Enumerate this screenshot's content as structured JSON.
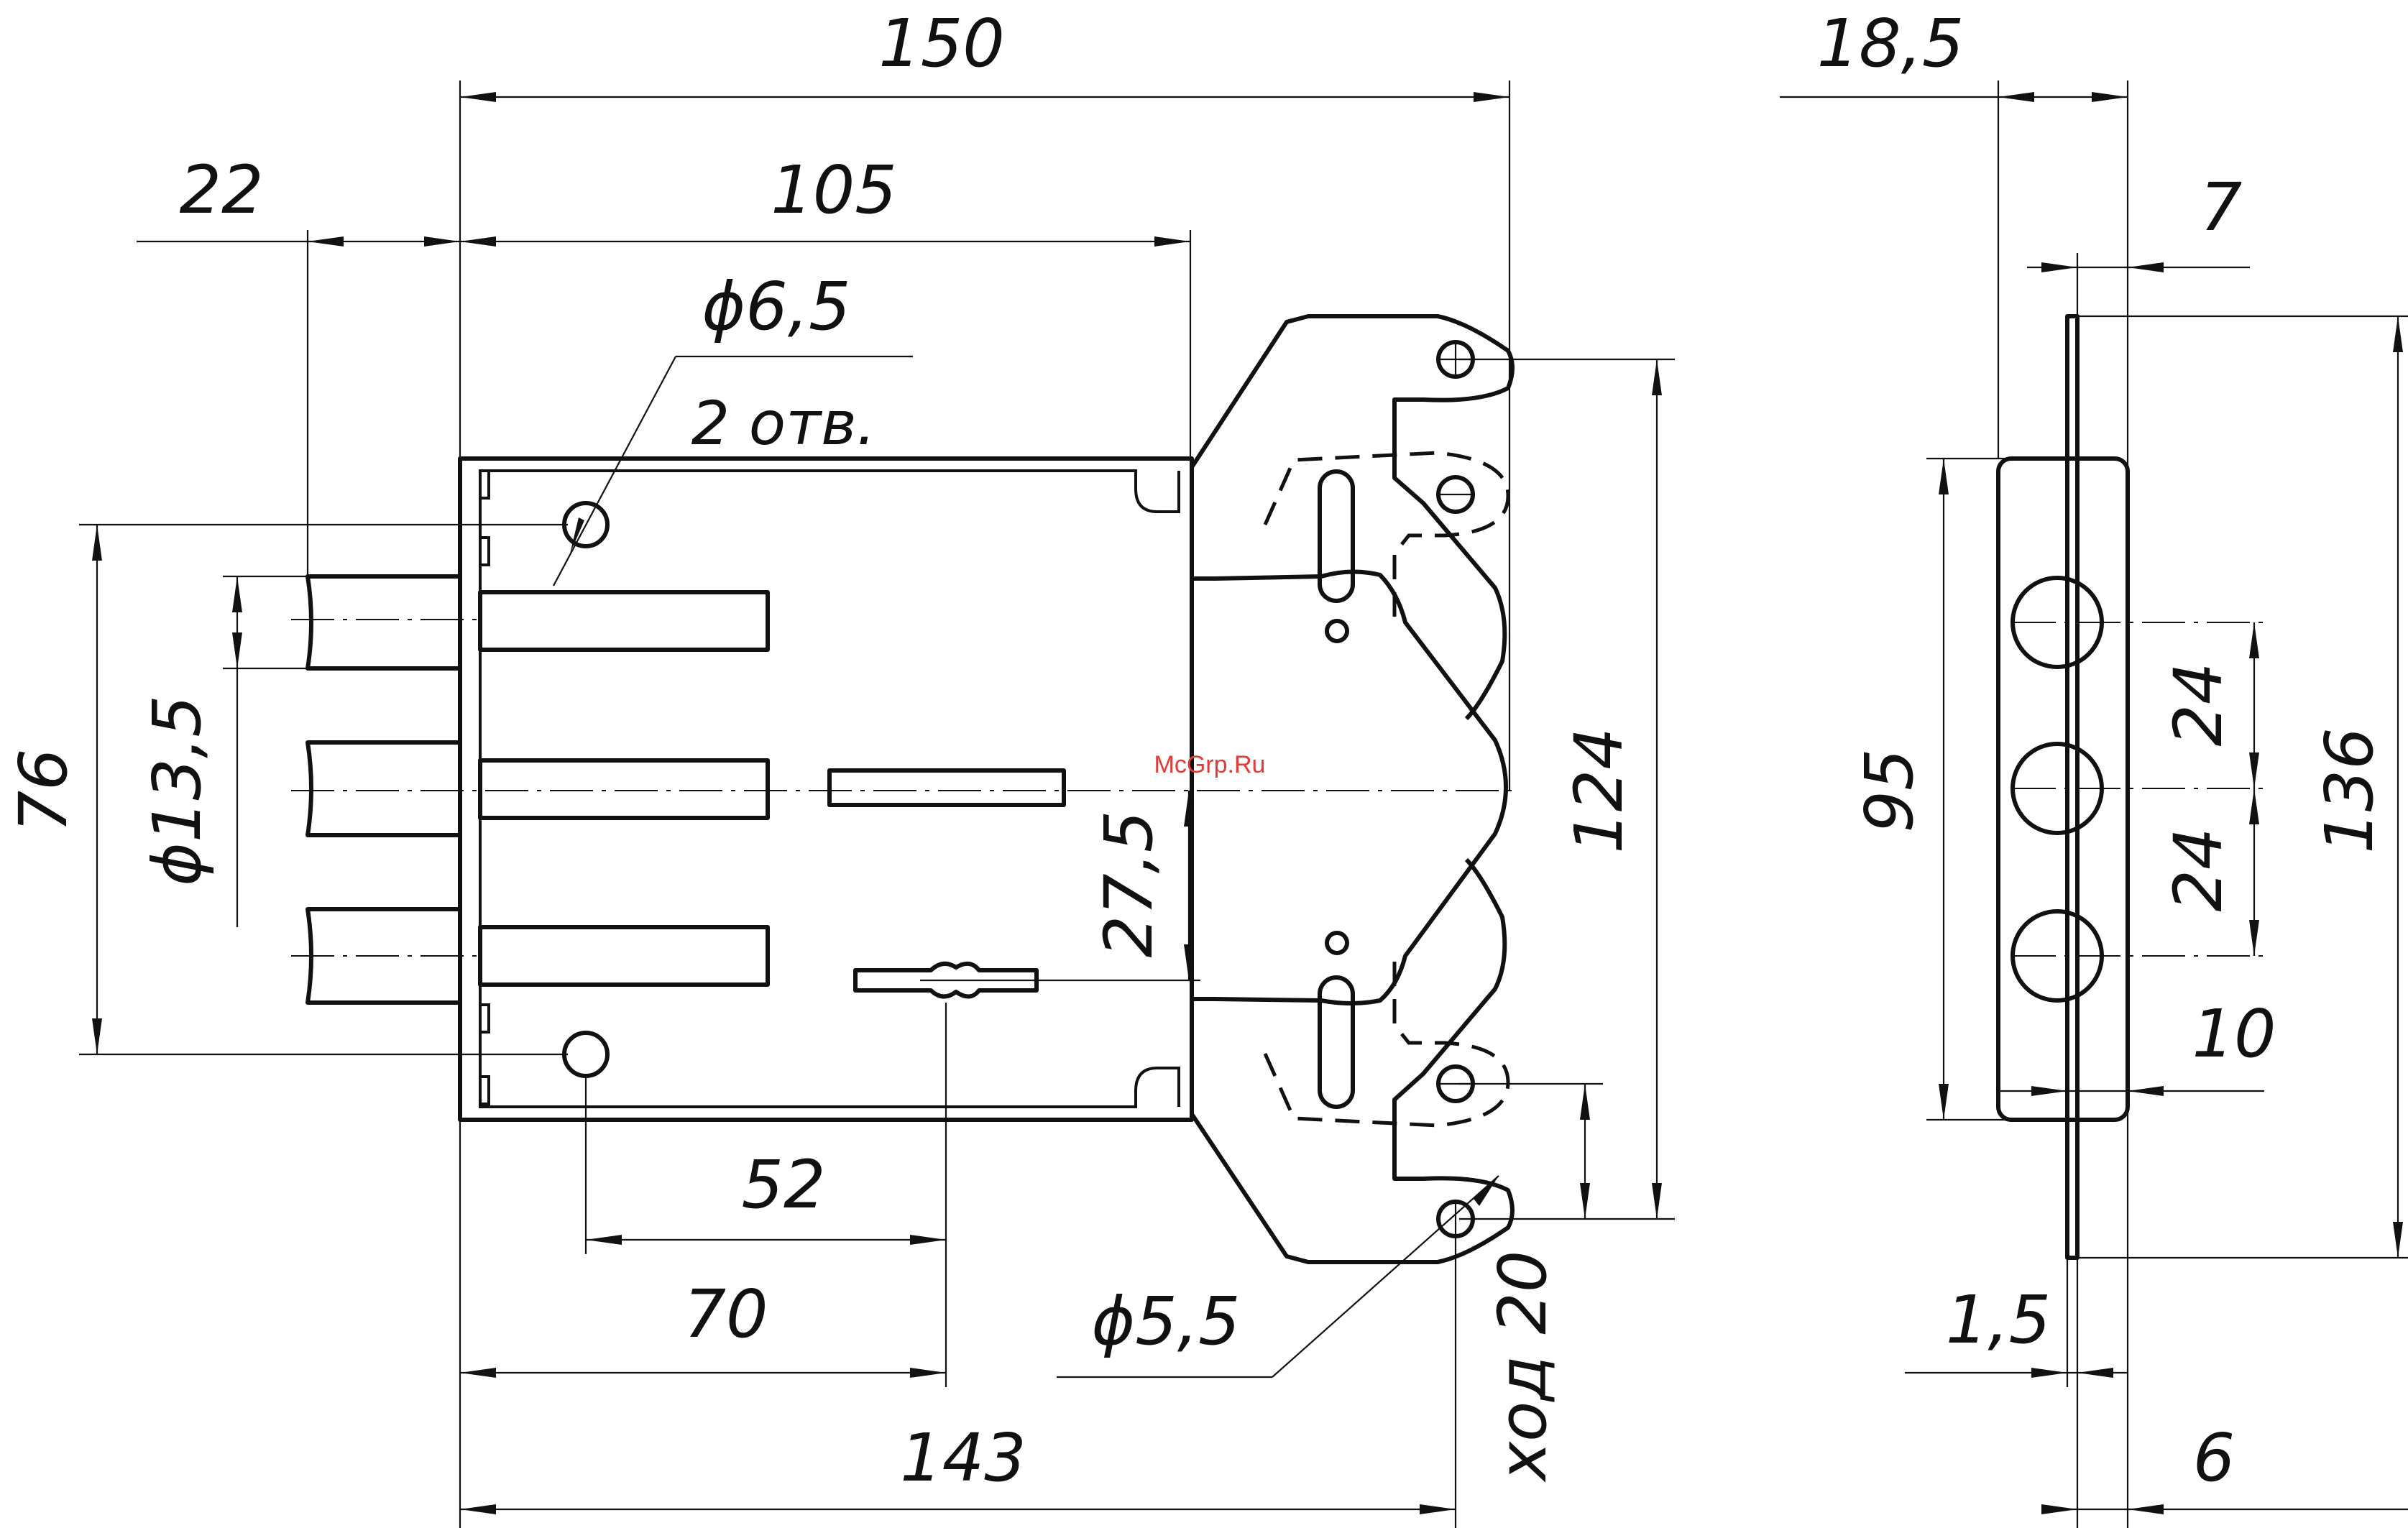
{
  "watermark": "McGrp.Ru",
  "dimensions": {
    "overall_width": "150",
    "inner_width": "105",
    "bolt_projection": "22",
    "mount_hole_dia": "ϕ6,5",
    "hole_count": "2 отв.",
    "hole_spacing_vertical": "76",
    "bolt_dia": "ϕ13,5",
    "key_offset": "27,5",
    "height_strike": "124",
    "hole_x1": "52",
    "hole_x2": "70",
    "strike_hole_dia": "ϕ5,5",
    "stroke": "ход 20",
    "overall_span": "143",
    "side_depth": "18,5",
    "side_offset": "7",
    "side_height": "95",
    "bolt_pitch_upper": "24",
    "bolt_pitch_lower": "24",
    "side_total": "136",
    "side_margin": "10",
    "plate_thickness": "1,5",
    "plate_width": "6"
  }
}
